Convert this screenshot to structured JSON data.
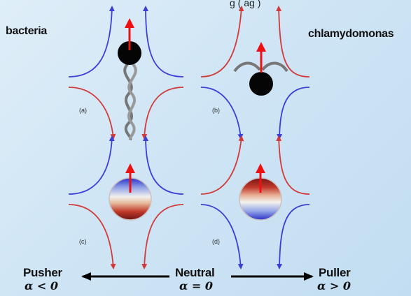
{
  "top_fragment": "g    (   ag )",
  "labels": {
    "bacteria": "bacteria",
    "chlamydomonas": "chlamydomonas"
  },
  "panels": [
    "(a)",
    "(b)",
    "(c)",
    "(d)"
  ],
  "scale": {
    "pusher": "Pusher",
    "pusher_alpha": "α < 0",
    "neutral": "Neutral",
    "neutral_alpha": "α = 0",
    "puller": "Puller",
    "puller_alpha": "α > 0"
  },
  "colors": {
    "red_flow": "#d23a3a",
    "blue_flow": "#3b3fd6",
    "arrow": "#ee1111",
    "body": "#050505"
  }
}
